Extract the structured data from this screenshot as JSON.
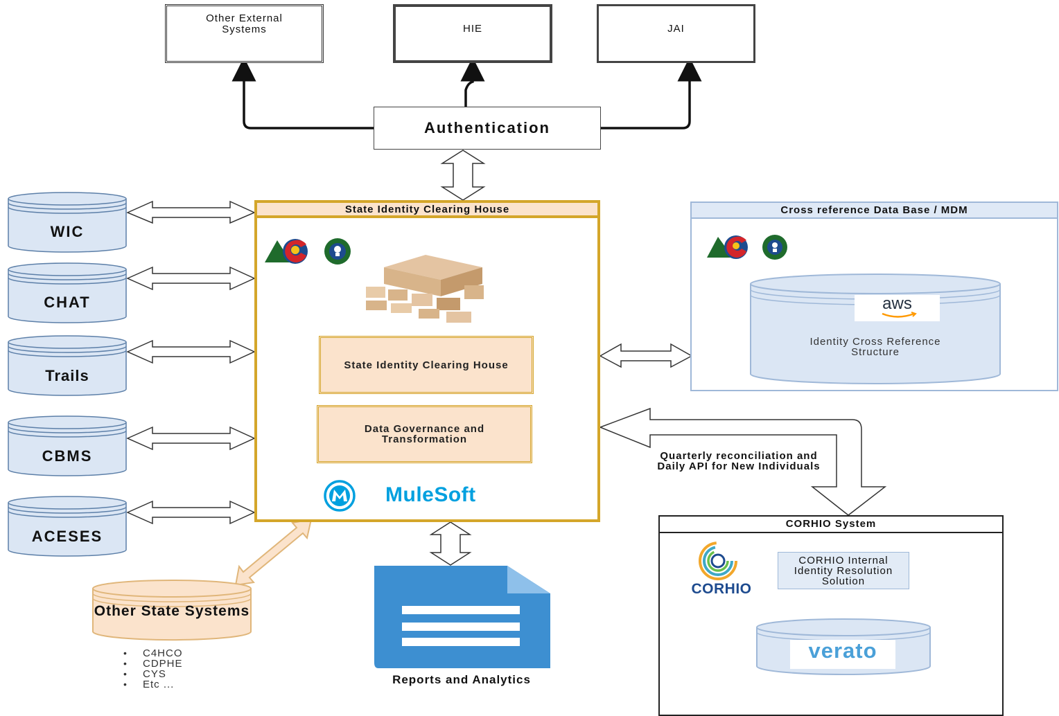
{
  "external": {
    "other_external": "Other External Systems",
    "hie": "HIE",
    "jai": "JAI"
  },
  "auth": {
    "label": "Authentication"
  },
  "sources": [
    "WIC",
    "CHAT",
    "Trails",
    "CBMS",
    "ACESES"
  ],
  "other_state": {
    "label": "Other State Systems",
    "items": [
      "C4HCO",
      "CDPHE",
      "CYS",
      "Etc ..."
    ]
  },
  "sich": {
    "header": "State Identity Clearing House",
    "box1": "State Identity Clearing House",
    "box2": "Data Governance and Transformation",
    "mulesoft": "MuleSoft"
  },
  "xref": {
    "header": "Cross reference Data Base / MDM",
    "aws": "aws",
    "db_label": "Identity Cross Reference Structure"
  },
  "reconciliation": "Quarterly reconciliation and Daily API for New Individuals",
  "reports": "Reports and Analytics",
  "corhio": {
    "header": "CORHIO System",
    "logo_text": "CORHIO",
    "internal": "CORHIO Internal Identity Resolution Solution",
    "verato": "verato"
  },
  "colors": {
    "sich_border": "#d4a62a",
    "sich_fill": "#fbe3cc",
    "db_fill": "#dbe6f4",
    "db_stroke": "#5c7fa8",
    "reports_blue": "#3d8fd1",
    "mulesoft_blue": "#00a0df"
  }
}
